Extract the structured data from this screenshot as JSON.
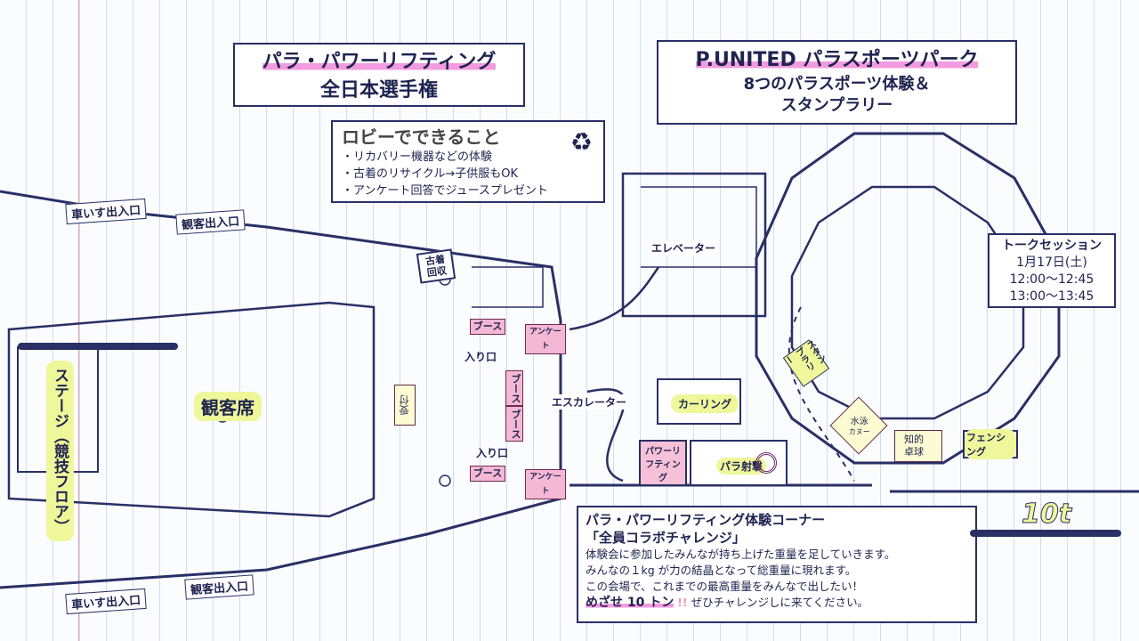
{
  "event_title": {
    "line1": "パラ・パワーリフティング",
    "line2": "全日本選手権"
  },
  "park_title": {
    "line1": "P.UNITED パラスポーツパーク",
    "line2": "8つのパラスポーツ体験＆",
    "line3": "スタンプラリー"
  },
  "lobby": {
    "heading": "ロビーでできること",
    "items": [
      "・リカバリー機器などの体験",
      "・古着のリサイクル→子供服もOK",
      "・アンケート回答でジュースプレゼント"
    ]
  },
  "entrances": {
    "wheelchair_top": "車いす出入口",
    "audience_top": "観客出入口",
    "wheelchair_bottom": "車いす出入口",
    "audience_bottom": "観客出入口"
  },
  "areas": {
    "stage": "ステージ（競技フロア）",
    "seats": "観客席",
    "reception": "受付",
    "clothes_collection": "古着回収",
    "booth": "ブース",
    "survey": "アンケート",
    "entrance": "入り口",
    "escalator": "エスカレーター",
    "elevator": "エレベーター"
  },
  "sports": {
    "curling": "カーリング",
    "powerlifting": "パワーリフティング",
    "shooting": "パラ射撃",
    "stamp_rally": "スタンプラリー",
    "swim_canoe_1": "水泳",
    "swim_canoe_2": "カヌー",
    "table_tennis": "知的卓球",
    "fencing": "フェンシング"
  },
  "talk": {
    "title": "トークセッション",
    "date": "1月17日(土)",
    "times": [
      "12:00〜12:45",
      "13:00〜13:45"
    ]
  },
  "challenge": {
    "title": "パラ・パワーリフティング体験コーナー",
    "subtitle": "「全員コラボチャレンジ」",
    "lines": [
      "体験会に参加したみんなが持ち上げた重量を足していきます。",
      "みんなの１kg が力の結晶となって総重量に現れます。",
      "この会場で、これまでの最高重量をみんなで出したい！"
    ],
    "goal": "めざせ 10 トン",
    "goal_marks": "!!",
    "closing": "ぜひチャレンジしに来てください。"
  },
  "badge": "10t",
  "colors": {
    "ink": "#1f2350",
    "pink": "#f4b8d4",
    "yellow": "#eef79a",
    "highlight": "#f39be0"
  }
}
